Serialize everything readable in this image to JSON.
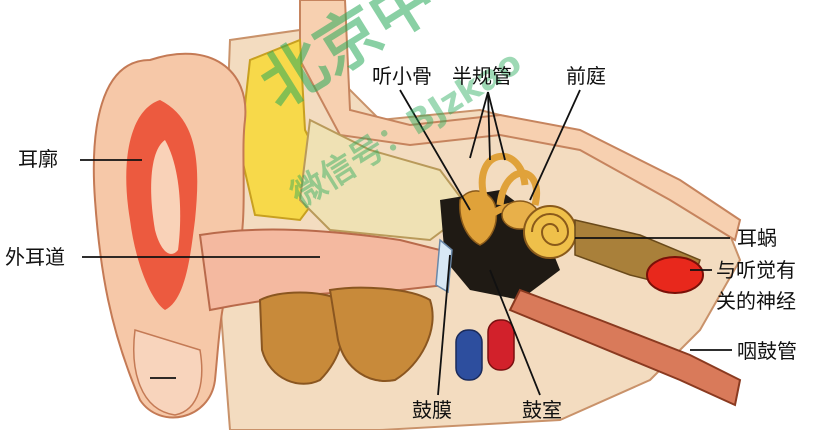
{
  "labels": {
    "auricle": "耳廓",
    "ear_canal": "外耳道",
    "ossicles": "听小骨",
    "semicircular_canals": "半规管",
    "vestibule": "前庭",
    "cochlea": "耳蜗",
    "auditory_nerve_line1": "与听觉有",
    "auditory_nerve_line2": "关的神经",
    "eustachian_tube": "咽鼓管",
    "eardrum": "鼓膜",
    "tympanic_cavity": "鼓室"
  },
  "watermark": {
    "main": "北京中考在线",
    "sub": "微信号：BJzkao"
  },
  "colors": {
    "skin": "#f6c8a8",
    "cartilage_red": "#e8361c",
    "bone": "#f1e3a0",
    "yellow_fat": "#f7d94a",
    "ossicle": "#e0a23a",
    "artery": "#d2212b",
    "vein": "#2d4e9e",
    "watermark": "#28aa5a"
  }
}
